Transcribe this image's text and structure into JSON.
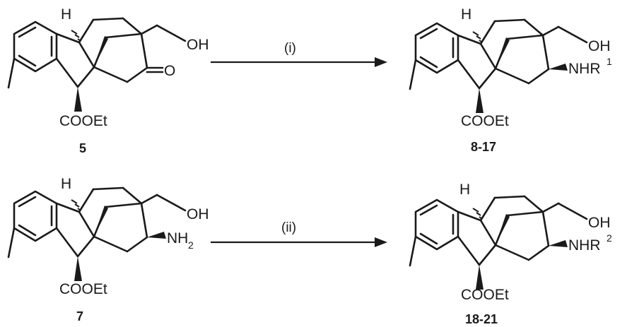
{
  "scheme": {
    "reactions": [
      {
        "reactant": {
          "compound_number": "5",
          "h_label": "H",
          "hydroxymethyl_label": "OH",
          "carbonyl_label": "O",
          "ester_label": "COOEt"
        },
        "condition": "(i)",
        "product": {
          "compound_number": "8-17",
          "h_label": "H",
          "hydroxymethyl_label": "OH",
          "amine_label": "NHR",
          "amine_superscript": "1",
          "ester_label": "COOEt"
        }
      },
      {
        "reactant": {
          "compound_number": "7",
          "h_label": "H",
          "hydroxymethyl_label": "OH",
          "amine_label": "NH",
          "amine_subscript": "2",
          "ester_label": "COOEt"
        },
        "condition": "(ii)",
        "product": {
          "compound_number": "18-21",
          "h_label": "H",
          "hydroxymethyl_label": "OH",
          "amine_label": "NHR",
          "amine_superscript": "2",
          "ester_label": "COOEt"
        }
      }
    ]
  }
}
